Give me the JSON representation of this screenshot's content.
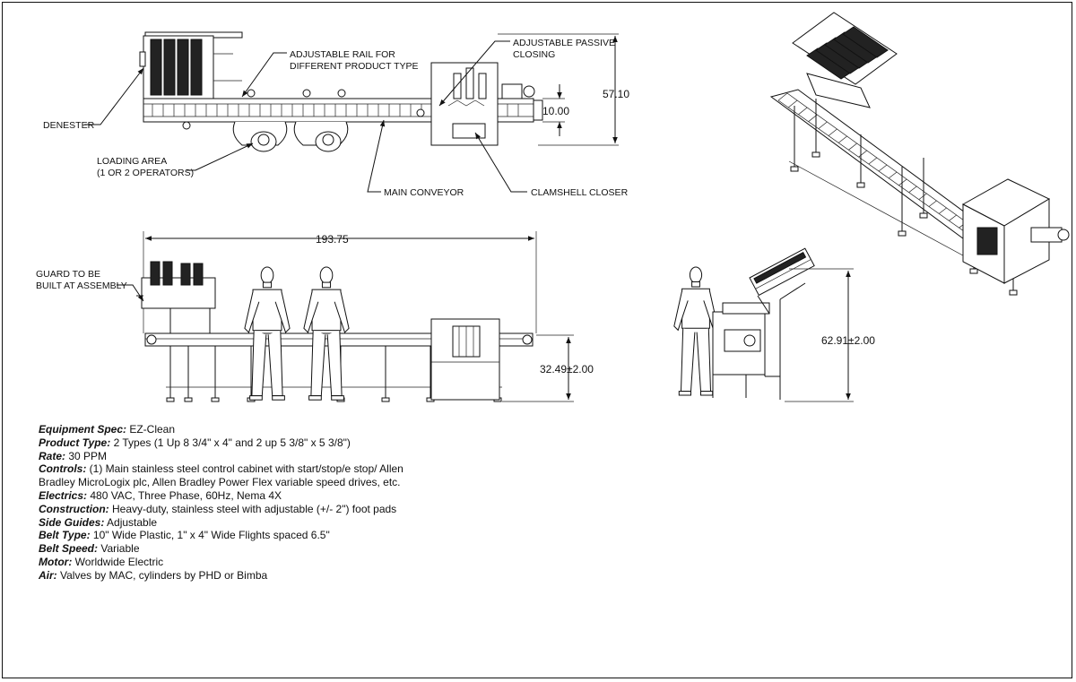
{
  "top_view": {
    "callouts": {
      "denester": "DENESTER",
      "rail_line1": "ADJUSTABLE RAIL FOR",
      "rail_line2": "DIFFERENT PRODUCT TYPE",
      "passive_line1": "ADJUSTABLE PASSIVE",
      "passive_line2": "CLOSING",
      "loading_line1": "LOADING AREA",
      "loading_line2": "(1 OR 2 OPERATORS)",
      "main_conveyor": "MAIN CONVEYOR",
      "clamshell_closer": "CLAMSHELL CLOSER"
    },
    "dimensions": {
      "overall_width": "57.10",
      "rail_gap": "10.00"
    }
  },
  "side_view": {
    "callouts": {
      "guard_line1": "GUARD TO BE",
      "guard_line2": "BUILT AT ASSEMBLY"
    },
    "dimensions": {
      "overall_length": "193.75",
      "belt_height": "32.49±2.00"
    }
  },
  "end_view": {
    "dimensions": {
      "overall_height": "62.91±2.00"
    }
  },
  "specs": [
    {
      "key": "Equipment Spec:",
      "value": " EZ-Clean"
    },
    {
      "key": "Product Type:",
      "value": " 2 Types (1 Up 8 3/4\" x 4\" and 2 up 5 3/8\" x 5 3/8\")"
    },
    {
      "key": "Rate:",
      "value": " 30 PPM"
    },
    {
      "key": "Controls:",
      "value": "  (1) Main stainless steel control cabinet with start/stop/e stop/ Allen"
    },
    {
      "key": "",
      "value": "Bradley MicroLogix plc, Allen Bradley Power Flex variable speed drives, etc."
    },
    {
      "key": "Electrics:",
      "value": "  480 VAC, Three Phase, 60Hz, Nema 4X"
    },
    {
      "key": "Construction:",
      "value": "  Heavy-duty, stainless steel with adjustable (+/- 2\") foot pads"
    },
    {
      "key": "Side Guides:",
      "value": "  Adjustable"
    },
    {
      "key": "Belt Type:",
      "value": " 10\" Wide Plastic, 1\" x 4\" Wide Flights spaced 6.5\""
    },
    {
      "key": "Belt Speed:",
      "value": " Variable"
    },
    {
      "key": "Motor:",
      "value": "  Worldwide Electric"
    },
    {
      "key": "Air:",
      "value": " Valves by MAC, cylinders by PHD or Bimba"
    }
  ]
}
